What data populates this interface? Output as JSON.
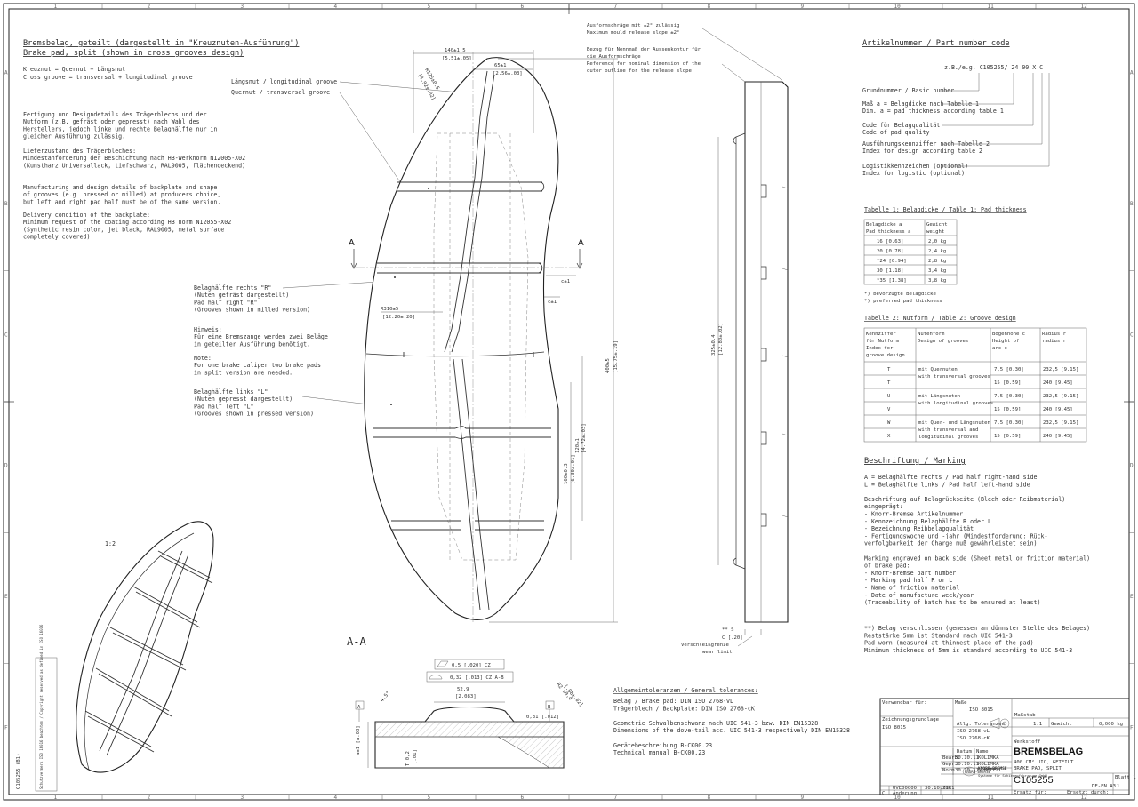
{
  "border": {
    "columns": [
      "1",
      "2",
      "3",
      "4",
      "5",
      "6",
      "7",
      "8",
      "9",
      "10",
      "11",
      "12"
    ],
    "rows": [
      "A",
      "B",
      "C",
      "D",
      "E",
      "F"
    ]
  },
  "notes": {
    "title_de": "Bremsbelag, geteilt (dargestellt in \"Kreuznuten-Ausführung\")",
    "title_en": "Brake pad, split (shown in cross grooves design)",
    "cross_de": "Kreuznut = Quernut + Längsnut",
    "cross_en": "Cross groove = transversal + longitudinal groove",
    "mfg_de": [
      "Fertigung und Designdetails des Trägerblechs und der",
      "Nutform (z.B. gefräst oder gepresst) nach Wahl des",
      "Herstellers, jedoch linke und rechte Belaghälfte nur in",
      "gleicher Ausführung zulässig."
    ],
    "delivery_de": [
      "Lieferzustand des Trägerbleches:",
      "Mindestanforderung der Beschichtung nach HB-Werknorm N12005-X02",
      "(Kunstharz Universallack, tiefschwarz, RAL9005, flächendeckend)"
    ],
    "mfg_en": [
      "Manufacturing and design details of backplate and shape",
      "of grooves (e.g. pressed or milled) at producers choice,",
      "but left and right pad half must be of the same version."
    ],
    "delivery_en": [
      "Delivery condition of the backplate:",
      "Minimum request of the coating according HB norm N12055-X02",
      "(Synthetic resin color, jet black, RAL9005, metal surface",
      "completely covered)"
    ]
  },
  "callouts": {
    "groove_long": "Längsnut / longitudinal groove",
    "groove_trans": "Quernut / transversal groove",
    "right_half": [
      "Belaghälfte rechts \"R\"",
      "(Nuten gefräst dargestellt)",
      "Pad half right \"R\"",
      "(Grooves shown in milled version)"
    ],
    "hint": [
      "Hinweis:",
      "Für eine Bremszange werden zwei Beläge",
      "in geteilter Ausführung benötigt."
    ],
    "note": [
      "Note:",
      "For one brake caliper two brake pads",
      "in split version are needed."
    ],
    "left_half": [
      "Belaghälfte links \"L\"",
      "(Nuten gepresst dargestellt)",
      "Pad half left \"L\"",
      "(Grooves shown in pressed version)"
    ],
    "release_slope": [
      "Ausformschräge mit ±2° zulässig",
      "Maximum mould release slope ±2°"
    ],
    "reference": [
      "Bezug für Nennmaß der Aussenkontur für",
      "die Ausformschräge",
      "Reference for nominal dimension of the",
      "outer outline for the release slope"
    ],
    "wear_limit": [
      "Verschleißgrenze",
      "wear limit"
    ],
    "scale": "1:2",
    "section": "A-A",
    "cut_mark": "A"
  },
  "dims": {
    "d140": "140±1,5",
    "d140i": "[5.51±.05]",
    "d65": "65±1",
    "d65i": "[2.56±.03]",
    "d_top": "R125±0.5",
    "d_top2": "[4.92±.02]",
    "d310": "R310±5",
    "d310i": "[12.20±.20]",
    "d400": "400±5",
    "d400i": "[15.75±.19]",
    "d120": "120±1",
    "d120i": "[4.72±.03]",
    "d160": "160±0.3",
    "d160i": "[6.30±.01]",
    "d325": "325±0.4",
    "d325i": "[12.80±.02]",
    "dcd": "c±1",
    "dcd2": "c±1",
    "dS": "** S",
    "dC": "C [.20]",
    "tol1": "0,5 [.020] CZ",
    "tol2": "0,32 [.013] CZ A-B",
    "d529": "52,9",
    "d529i": "[2.083]",
    "dT": "T 0,2",
    "dTi": "[.01]",
    "dang": "4,5°",
    "dr": "R2 ±0,4",
    "dri": "[.08±.02]",
    "dh": "5 [.20]",
    "dvert": "a±1 [a.08]",
    "dleft": "0,31 [.012]",
    "dA": "A",
    "dB": "B"
  },
  "partcode": {
    "title": "Artikelnummer / Part number code",
    "example": "z.B./e.g.  C105255/ 24 00 X C",
    "labels": [
      [
        "Grundnummer / Basic number"
      ],
      [
        "Maß a = Belagdicke nach Tabelle 1",
        "Dim. a = pad thickness according table 1"
      ],
      [
        "Code für Belagqualität",
        "Code of pad quality"
      ],
      [
        "Ausführungskennziffer nach Tabelle 2",
        "Index for design according table 2"
      ],
      [
        "Logistikkennzeichen (optional)",
        "Index for logistic (optional)"
      ]
    ]
  },
  "table1": {
    "title": "Tabelle 1: Belagdicke / Table 1: Pad thickness",
    "headers": [
      [
        "Belagdicke a",
        "Pad thickness a"
      ],
      [
        "Gewicht",
        "weight"
      ]
    ],
    "rows": [
      [
        "16  [0.63]",
        "2,0 kg"
      ],
      [
        "20  [0.78]",
        "2,4 kg"
      ],
      [
        "*24  [0.94]",
        "2,8 kg"
      ],
      [
        "30  [1.18]",
        "3,4 kg"
      ],
      [
        "*35  [1.38]",
        "3,8 kg"
      ]
    ],
    "footnote": [
      "*) bevorzugte Belagdicke",
      "*) preferred pad thickness"
    ]
  },
  "table2": {
    "title": "Tabelle 2: Nutform / Table 2: Groove design",
    "headers": [
      [
        "Kennziffer",
        "für Nutform",
        "Index for",
        "groove design"
      ],
      [
        "Nutenform",
        "Design of grooves"
      ],
      [
        "Bogenhöhe c",
        "Height of",
        "arc c"
      ],
      [
        "Radius r",
        "radius r"
      ]
    ],
    "rows": [
      [
        "T",
        "",
        "7,5  [0.30]",
        "232,5  [9.15]"
      ],
      [
        "T",
        "",
        "15  [0.59]",
        "240  [9.45]"
      ],
      [
        "U",
        "",
        "7,5  [0.30]",
        "232,5  [9.15]"
      ],
      [
        "V",
        "",
        "15  [0.59]",
        "240  [9.45]"
      ],
      [
        "W",
        "",
        "7,5  [0.30]",
        "232,5  [9.15]"
      ],
      [
        "X",
        "",
        "15  [0.59]",
        "240  [9.45]"
      ]
    ],
    "design_texts": [
      [
        "mit Quernuten",
        "with transversal grooves"
      ],
      [
        "mit Längsnuten",
        "with longitudinal grooves"
      ],
      [
        "mit Quer- und Längsnuten",
        "with transversal and",
        "longitudinal grooves"
      ]
    ]
  },
  "marking": {
    "title": "Beschriftung / Marking",
    "lines": [
      "A = Belaghälfte rechts / Pad half right-hand side",
      "L = Belaghälfte links / Pad half left-hand side",
      "",
      "Beschriftung auf Belagrückseite (Blech oder Reibmaterial)",
      "eingeprägt:",
      "- Knorr-Bremse Artikelnummer",
      "- Kennzeichnung Belaghälfte R oder L",
      "- Bezeichnung Reibbelagqualität",
      "- Fertigungswoche und -jahr (Mindestforderung: Rück-",
      "  verfolgbarkeit der Charge muß gewährleistet sein)",
      "",
      "Marking engraved on back side (Sheet metal or friction material)",
      "of brake pad:",
      "- Knorr-Bremse part number",
      "- Marking pad half R or L",
      "- Name of friction material",
      "- Date of manufacture week/year",
      "  (Traceability of batch has to be ensured at least)"
    ],
    "wear": [
      "**) Belag verschlissen (gemessen an dünnster Stelle des Belages)",
      "    Reststärke 5mm ist Standard nach UIC 541-3",
      "    Pad worn (measured at thinnest place of the pad)",
      "    Minimum thickness of 5mm is standard according to UIC 541-3"
    ]
  },
  "tolerances": {
    "title": "Allgemeintoleranzen / General tolerances:",
    "lines": [
      "Belag / Brake pad: DIN ISO 2768-vL",
      "Trägerblech / Backplate: DIN ISO 2768-cK",
      "",
      "Geometrie Schwalbenschwanz nach UIC 541-3 bzw. DIN EN15328",
      "Dimensions of the dove-tail acc. UIC 541-3 respectively DIN EN15328",
      "",
      "Gerätebeschreibung B-CK00.23",
      "Technical manual B-CK00.23"
    ]
  },
  "titleblock": {
    "name_de": "BREMSBELAG",
    "desc1": "400 CM² UIC, GETEILT",
    "desc2": "BRAKE PAD, SPLIT",
    "number": "C105255",
    "company": "KNORR-BREMSE",
    "company_sub": "Systeme für Schienenfahrzeuge GmbH",
    "scale": "1:1",
    "sheet": "Blatt 1",
    "sheets": "1",
    "format": "DE-EN A3",
    "weight": "0,000 kg",
    "tol_info": [
      "Allg. Toleranzen",
      "ISO 2768-vL",
      "ISO 2768-cK"
    ],
    "fields": [
      "Verwendbar für:",
      "Maße",
      "ISO 8015",
      "Zeichnungsgrundlage",
      "ISO 8015",
      "Datum",
      "Name",
      "Bearb.",
      "Gepr.",
      "Norm",
      "UVE",
      "Ersatz für:",
      "Ersetzt durch:",
      "Oberflächen",
      "Werkstoff",
      "Rohteil",
      "Maßstab",
      "Gewicht",
      "Urspr.",
      "Zust.",
      "Änderung",
      "Datum",
      "Name"
    ],
    "dates": [
      "30.10.11",
      "30.10.11",
      "30.10.11"
    ],
    "names": [
      "KOLIMKA",
      "KOLIMKA",
      "SCHEFFEL"
    ],
    "rev": [
      "C",
      "UVE00000",
      "30.10.11",
      "ZUR1"
    ],
    "sidestamp": "C105255 (B1)",
    "sidenote": "Schutzvermerk ISO 16016 beachten / Copyright reserved as defined in ISO 16016"
  }
}
